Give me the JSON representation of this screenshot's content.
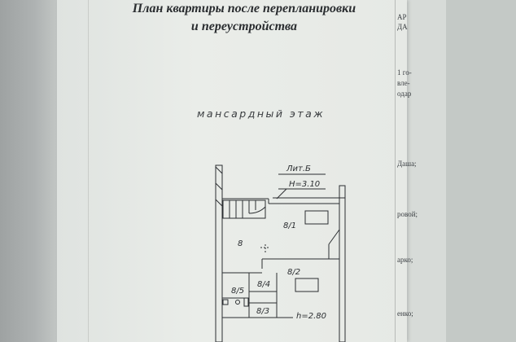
{
  "document": {
    "title_line1": "План квартиры после перепланировки",
    "title_line2": "и переустройства",
    "floor_label": "мансардный этаж"
  },
  "plan": {
    "litera": "Лит.Б",
    "height_main": "H=3.10",
    "height_low": "h=2.80",
    "rooms": [
      "8",
      "8/1",
      "8/2",
      "8/3",
      "8/4",
      "8/5"
    ]
  },
  "side_sheet": {
    "fragments": [
      "АР",
      "ДА",
      "1 го-",
      "вле-",
      "одар",
      "Даша;",
      "ровой;",
      "арко;",
      "енко;"
    ]
  }
}
